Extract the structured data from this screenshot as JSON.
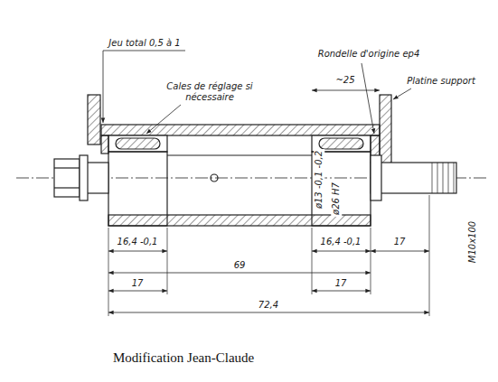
{
  "diagram": {
    "caption": "Modification Jean-Claude",
    "labels": [
      "Jeu total 0,5 à 1",
      "Cales de réglage si nécessaire",
      "Rondelle d'origine ep4",
      "~25",
      "Platine support",
      "ø13 -0,1 -0,2",
      "ø26 H7",
      "M10x100",
      "16,4 -0,1",
      "16,4 -0,1",
      "17",
      "69",
      "17",
      "17",
      "72,4"
    ]
  }
}
